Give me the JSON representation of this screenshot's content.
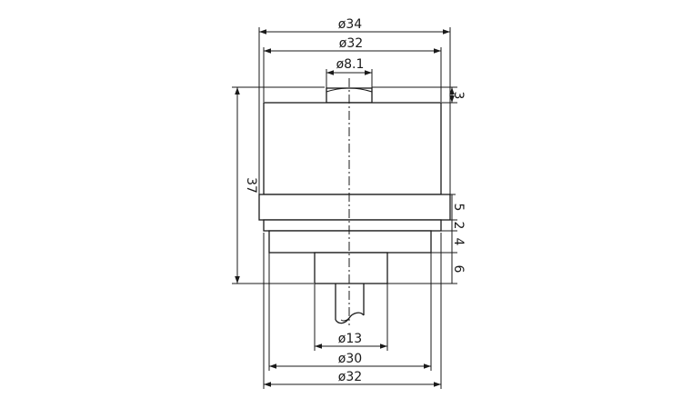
{
  "drawing": {
    "type": "technical-drawing",
    "dimensions": {
      "top": [
        "ø34",
        "ø32",
        "ø8.1"
      ],
      "bottom": [
        "ø13",
        "ø30",
        "ø32"
      ],
      "left": [
        "37"
      ],
      "right": [
        "3",
        "5",
        "2",
        "4",
        "6"
      ]
    }
  }
}
